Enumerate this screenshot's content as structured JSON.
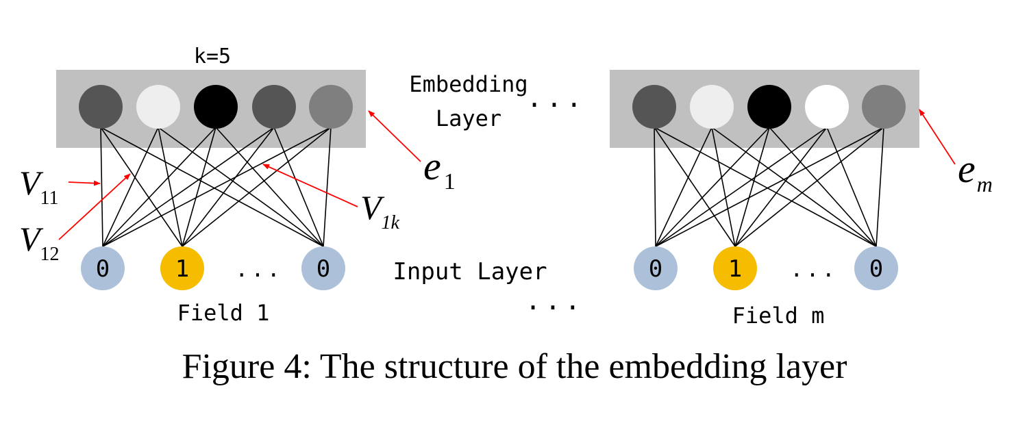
{
  "k_label": "k=5",
  "embedding_layer_label": [
    "Embedding",
    "Layer"
  ],
  "input_layer_label": "Input Layer",
  "ellipsis": "...",
  "field1": {
    "name": "Field 1",
    "embedding_label": {
      "base": "e",
      "sub": "1"
    },
    "weight_labels": [
      {
        "base": "V",
        "sub": "11"
      },
      {
        "base": "V",
        "sub": "12"
      },
      {
        "base": "V",
        "sub": "1k"
      }
    ],
    "embedding_colors": [
      "#555555",
      "#eeeeee",
      "#000000",
      "#555555",
      "#7f7f7f"
    ],
    "inputs": [
      "0",
      "1",
      "0"
    ]
  },
  "fieldm": {
    "name": "Field m",
    "embedding_label": {
      "base": "e",
      "sub": "m"
    },
    "embedding_colors": [
      "#555555",
      "#eeeeee",
      "#000000",
      "#ffffff",
      "#7f7f7f"
    ],
    "inputs": [
      "0",
      "1",
      "0"
    ]
  },
  "colors": {
    "embedding_box": "#c0c0c0",
    "input_zero": "#adc0d9",
    "input_one": "#f5bc00",
    "arrow": "#ff0000"
  },
  "caption": {
    "label": "Figure 4:",
    "text": "The structure of the embedding layer"
  }
}
